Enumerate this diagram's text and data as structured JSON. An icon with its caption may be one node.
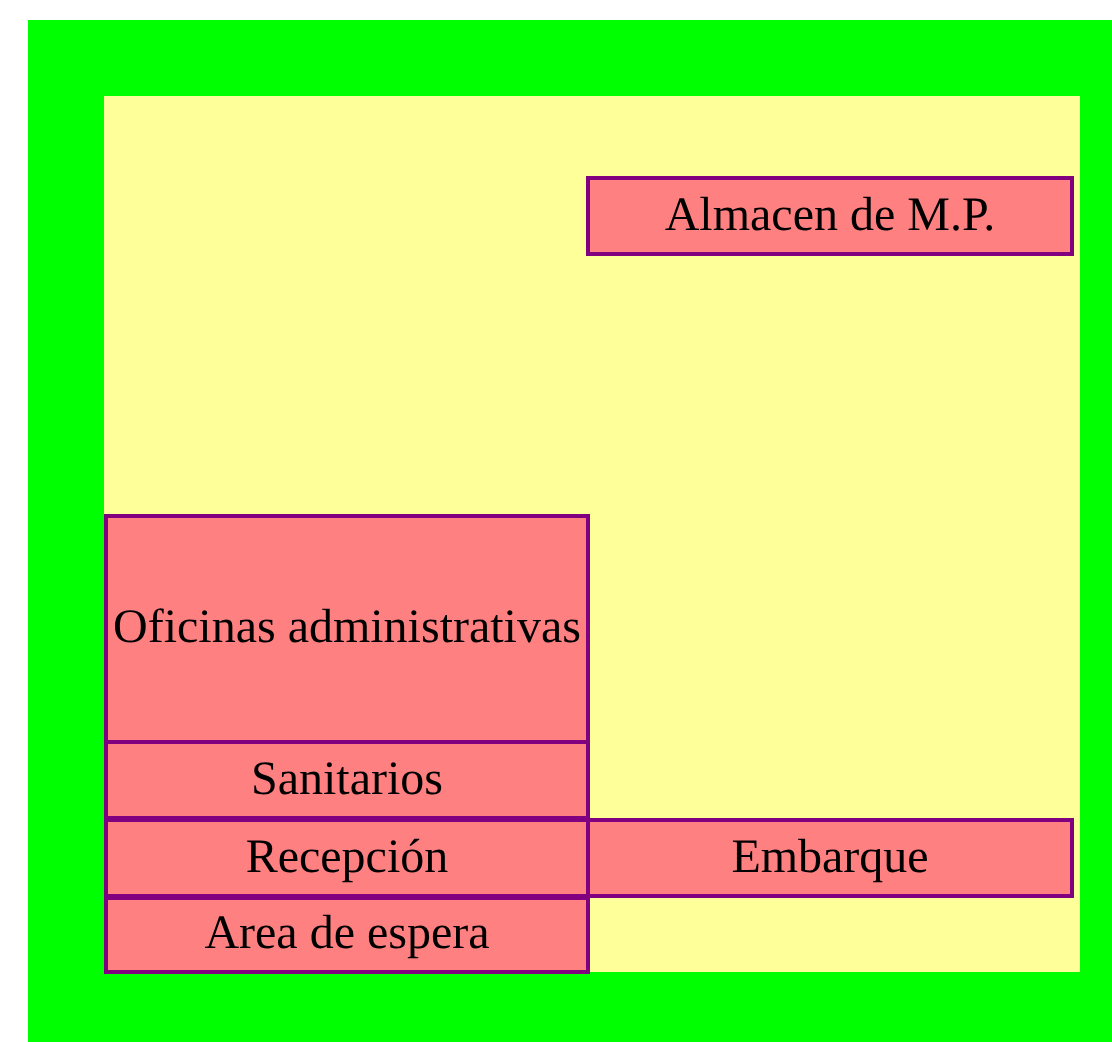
{
  "diagram": {
    "nodes": [
      {
        "text": [
          "Almacen de M.P."
        ]
      },
      {
        "text": [
          "Oficinas administrativas"
        ]
      },
      {
        "text": [
          "Sanitarios"
        ]
      },
      {
        "text": [
          "Recepción"
        ]
      },
      {
        "text": [
          "Embarque"
        ]
      },
      {
        "text": [
          "Area de espera"
        ]
      }
    ]
  }
}
